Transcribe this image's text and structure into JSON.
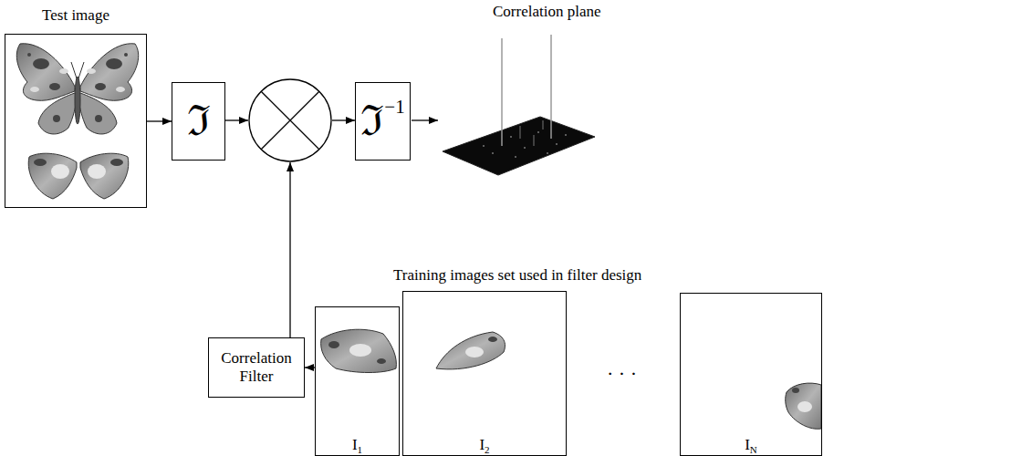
{
  "diagram": {
    "nodes": [
      {
        "text": [
          "Test image"
        ]
      },
      {
        "text": [
          "ℑ"
        ]
      },
      {
        "text": [
          "ℑ",
          "−1"
        ]
      },
      {
        "text": [
          "Correlation Filter"
        ]
      },
      {
        "text": [
          "I",
          "1"
        ]
      },
      {
        "text": [
          "I",
          "2"
        ]
      },
      {
        "text": [
          "I",
          "N"
        ]
      }
    ],
    "edges": [
      {
        "from": 0,
        "to": 1,
        "arrow": "to"
      },
      {
        "from": 4,
        "to": 3,
        "arrow": "to"
      }
    ],
    "labels": [
      "Correlation plane",
      "Training images set used in filter design",
      "· · ·"
    ]
  }
}
